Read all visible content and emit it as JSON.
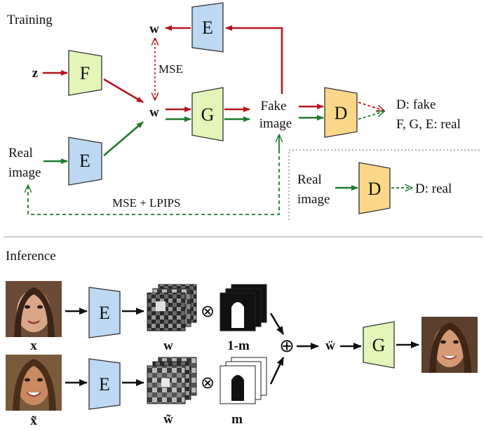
{
  "sections": {
    "training": "Training",
    "inference": "Inference"
  },
  "training": {
    "w_top": "w",
    "w_mid": "w",
    "z": "z",
    "mse": "MSE",
    "real_image_l1": "Real",
    "real_image_l2": "image",
    "fake_image_l1": "Fake",
    "fake_image_l2": "image",
    "d_fake": "D: fake",
    "fge_real": "F, G, E: real",
    "real_image2_l1": "Real",
    "real_image2_l2": "image",
    "d_real": "D: real",
    "mse_lpips": "MSE + LPIPS",
    "blocks": {
      "E_top": "E",
      "F": "F",
      "G": "G",
      "E_left": "E",
      "D": "D",
      "D_small": "D"
    }
  },
  "inference": {
    "x": "x",
    "x_tilde": "x̃",
    "w": "w",
    "w_tilde": "w̃",
    "one_minus_m": "1-m",
    "m": "m",
    "otimes": "⊗",
    "oplus": "⊕",
    "w_ddot": "ẅ",
    "blocks": {
      "E1": "E",
      "E2": "E",
      "G": "G"
    }
  },
  "colors": {
    "red": "#b8141b",
    "green": "#1f7a2a",
    "blue_fill": "#bcd8f2",
    "green_fill": "#e3f5b8",
    "orange_fill": "#fbd889",
    "stroke": "#333333",
    "divider": "#bdbdbd"
  }
}
